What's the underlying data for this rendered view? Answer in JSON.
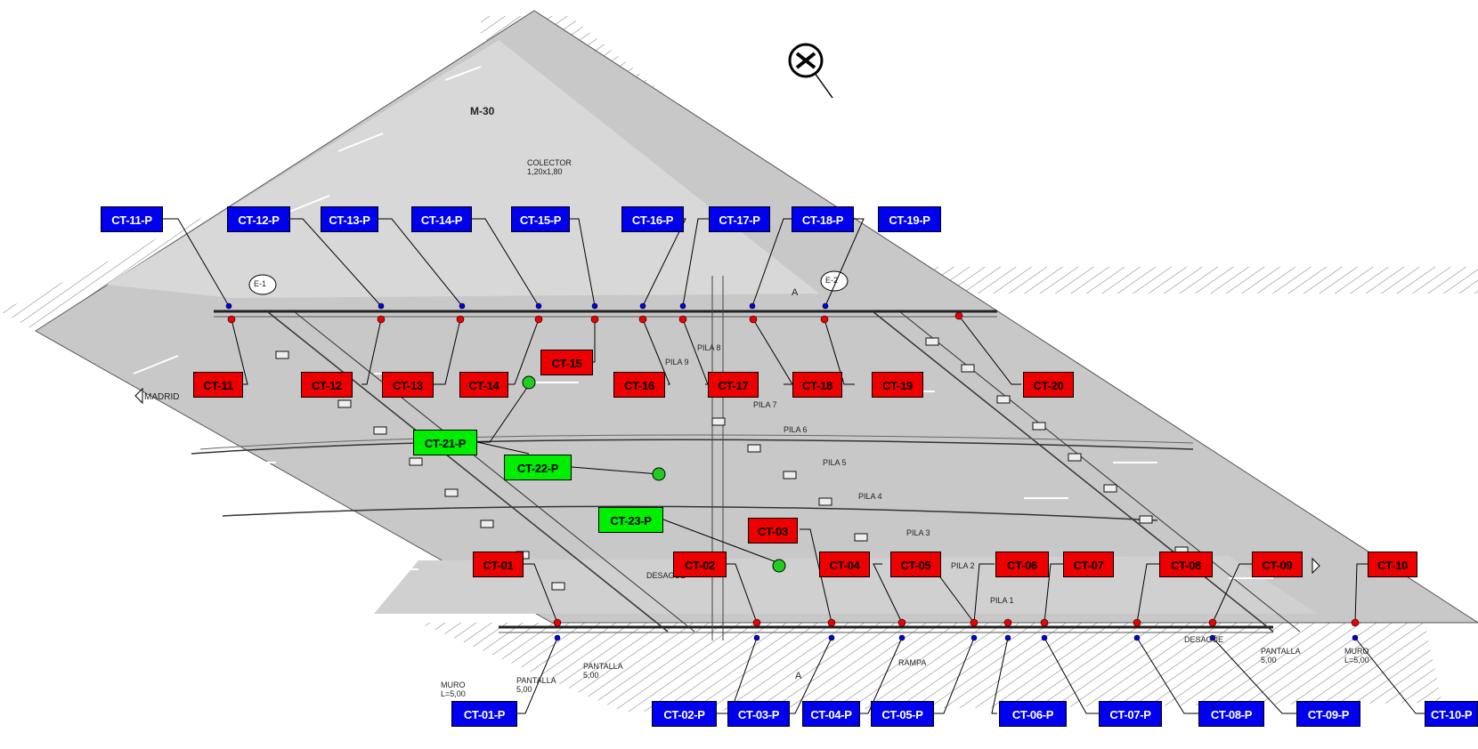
{
  "labels": {
    "madrid": "MADRID",
    "road_m30": "M-30",
    "culvert": "COLECTOR 1,20x1,80",
    "mirror_a_top": "A",
    "mirror_a_bottom": "A",
    "e1": "E-1",
    "e2": "E-2",
    "rampa": "RAMPA",
    "desague_left": "DESAGÜE",
    "desague_right": "DESAGÜE",
    "pantalla_bl": "PANTALLA 5,00",
    "muro_bl": "MURO L=5,00",
    "pantalla_bm": "PANTALLA 5,00",
    "pantalla_br": "PANTALLA 5,00",
    "muro_br": "MURO L=5,00",
    "pila_labels": [
      "PILA 9",
      "PILA 8",
      "PILA 7",
      "PILA 6",
      "PILA 5",
      "PILA 4",
      "PILA 3",
      "PILA 2",
      "PILA 1"
    ]
  },
  "blue_tags": [
    "CT-11-P",
    "CT-12-P",
    "CT-13-P",
    "CT-14-P",
    "CT-15-P",
    "CT-16-P",
    "CT-17-P",
    "CT-18-P",
    "CT-19-P",
    "CT-01-P",
    "CT-02-P",
    "CT-03-P",
    "CT-04-P",
    "CT-05-P",
    "CT-06-P",
    "CT-07-P",
    "CT-08-P",
    "CT-09-P",
    "CT-10-P"
  ],
  "red_tags": [
    "CT-11",
    "CT-12",
    "CT-13",
    "CT-14",
    "CT-15",
    "CT-16",
    "CT-17",
    "CT-18",
    "CT-19",
    "CT-20",
    "CT-01",
    "CT-02",
    "CT-03",
    "CT-04",
    "CT-05",
    "CT-06",
    "CT-07",
    "CT-08",
    "CT-09",
    "CT-10"
  ],
  "green_tags": [
    "CT-21-P",
    "CT-22-P",
    "CT-23-P"
  ],
  "colors": {
    "blue_tag": "#0000ee",
    "red_tag": "#ee0000",
    "green_tag": "#00ee00",
    "road": "#c8c8c8"
  }
}
